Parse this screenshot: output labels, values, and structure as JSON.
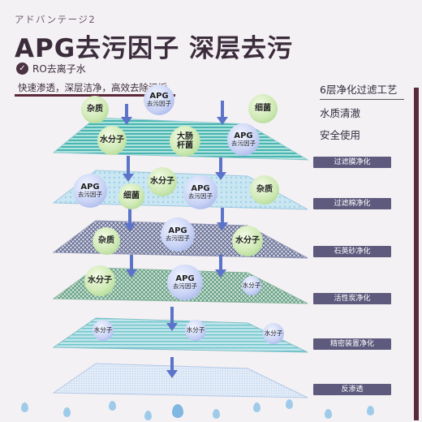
{
  "header": {
    "subtitle": "アドバンテージ2",
    "title": "APG去污因子 深层去污",
    "ro_label": "RO去离子水",
    "description": "快速渗透，深层洁净，高效去除污垢"
  },
  "features": [
    "6层净化过滤工艺",
    "水质清澈",
    "安全使用"
  ],
  "layers": [
    {
      "label": "过滤膜净化"
    },
    {
      "label": "过滤棉净化"
    },
    {
      "label": "石英砂净化"
    },
    {
      "label": "活性炭净化"
    },
    {
      "label": "精密装置净化"
    },
    {
      "label": "反渗透"
    }
  ],
  "particles": {
    "impurity": "杂质",
    "water": "水分子",
    "bacteria": "细菌",
    "ecoli": "大肠杆菌",
    "ecoli_l1": "大肠",
    "ecoli_l2": "杆菌",
    "apg_l1": "APG",
    "apg_l2": "去污因子"
  },
  "colors": {
    "brand_dark": "#3b2c3b",
    "accent_bar": "#5a2a3a",
    "tag_bg": "#5d5a7d",
    "arrow": "#5b73c8"
  }
}
